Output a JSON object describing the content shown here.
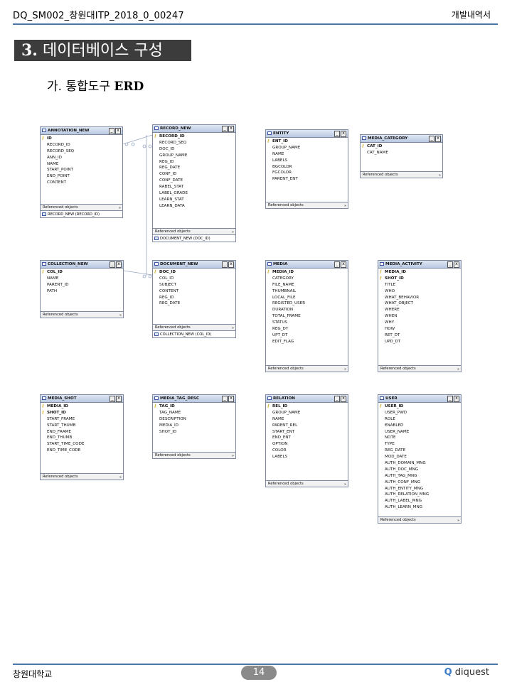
{
  "header": {
    "doc_id": "DQ_SM002_창원대ITP_2018_0_00247",
    "doc_type": "개발내역서"
  },
  "section": {
    "number": "3.",
    "title": "데이터베이스 구성"
  },
  "subsection": {
    "label": "가. 통합도구",
    "bold": "ERD"
  },
  "ref_label": "Referenced objects",
  "tables": [
    {
      "name": "ANNOTATION_NEW",
      "pk": [
        "ID"
      ],
      "cols": [
        "RECORD_ID",
        "RECORD_SEQ",
        "ANN_ID",
        "NAME",
        "START_POINT",
        "END_POINT",
        "CONTENT"
      ],
      "refs": [
        "RECORD_NEW (RECORD_ID)"
      ]
    },
    {
      "name": "RECORD_NEW",
      "pk": [
        "RECORD_ID"
      ],
      "cols": [
        "RECORD_SEQ",
        "DOC_ID",
        "GROUP_NAME",
        "REG_ID",
        "REG_DATE",
        "CONF_ID",
        "CONF_DATE",
        "RABEL_STAT",
        "LABEL_GRADE",
        "LEARN_STAT",
        "LEARN_DATA"
      ],
      "refs": [
        "DOCUMENT_NEW (DOC_ID)"
      ]
    },
    {
      "name": "ENTITY",
      "pk": [
        "ENT_ID"
      ],
      "cols": [
        "GROUP_NAME",
        "NAME",
        "LABELS",
        "BGCOLOR",
        "FGCOLOR",
        "PARENT_ENT"
      ],
      "refs": []
    },
    {
      "name": "MEDIA_CATEGORY",
      "pk": [
        "CAT_ID"
      ],
      "cols": [
        "CAT_NAME"
      ],
      "refs": []
    },
    {
      "name": "COLLECTION_NEW",
      "pk": [
        "COL_ID"
      ],
      "cols": [
        "NAME",
        "PARENT_ID",
        "PATH"
      ],
      "refs": []
    },
    {
      "name": "DOCUMENT_NEW",
      "pk": [
        "DOC_ID"
      ],
      "cols": [
        "COL_ID",
        "SUBJECT",
        "CONTENT",
        "REG_ID",
        "REG_DATE"
      ],
      "refs": [
        "COLLECTION_NEW (COL_ID)"
      ]
    },
    {
      "name": "MEDIA",
      "pk": [
        "MEDIA_ID"
      ],
      "cols": [
        "CATEGORY",
        "FILE_NAME",
        "THUMBNAIL",
        "LOCAL_FILE",
        "REGISTED_USER",
        "DURATION",
        "TOTAL_FRAME",
        "STATUS",
        "REG_DT",
        "UPT_DT",
        "EDIT_FLAG"
      ],
      "refs": []
    },
    {
      "name": "MEDIA_ACTIVITY",
      "pk": [
        "MEDIA_ID",
        "SHOT_ID"
      ],
      "cols": [
        "TITLE",
        "WHO",
        "WHAT_BEHAVIOR",
        "WHAT_OBJECT",
        "WHERE",
        "WHEN",
        "WHY",
        "HOW",
        "RET_DT",
        "UPD_DT"
      ],
      "refs": []
    },
    {
      "name": "MEDIA_SHOT",
      "pk": [
        "MEDIA_ID",
        "SHOT_ID"
      ],
      "cols": [
        "START_FRAME",
        "START_THUMB",
        "END_FRAME",
        "END_THUMB",
        "START_TIME_CODE",
        "END_TIME_CODE"
      ],
      "refs": []
    },
    {
      "name": "MEDIA_TAG_DESC",
      "pk": [
        "TAG_ID"
      ],
      "cols": [
        "TAG_NAME",
        "DESCRIPTION",
        "MEDIA_ID",
        "SHOT_ID"
      ],
      "refs": []
    },
    {
      "name": "RELATION",
      "pk": [
        "REL_ID"
      ],
      "cols": [
        "GROUP_NAME",
        "NAME",
        "PARENT_REL",
        "START_ENT",
        "END_ENT",
        "OPTION",
        "COLOR",
        "LABELS"
      ],
      "refs": []
    },
    {
      "name": "USER",
      "pk": [
        "USER_ID"
      ],
      "cols": [
        "USER_PWD",
        "ROLE",
        "ENABLED",
        "USER_NAME",
        "NOTE",
        "TYPE",
        "REG_DATE",
        "MOD_DATE",
        "AUTH_DOMAIN_MNG",
        "AUTH_DOC_MNG",
        "AUTH_TAG_MNG",
        "AUTH_CONF_MNG",
        "AUTH_ENTITY_MNG",
        "AUTH_RELATION_MNG",
        "AUTH_LABEL_MNG",
        "AUTH_LEARN_MNG"
      ],
      "refs": []
    }
  ],
  "footer": {
    "org": "창원대학교",
    "page": "14",
    "logo": "diquest"
  }
}
